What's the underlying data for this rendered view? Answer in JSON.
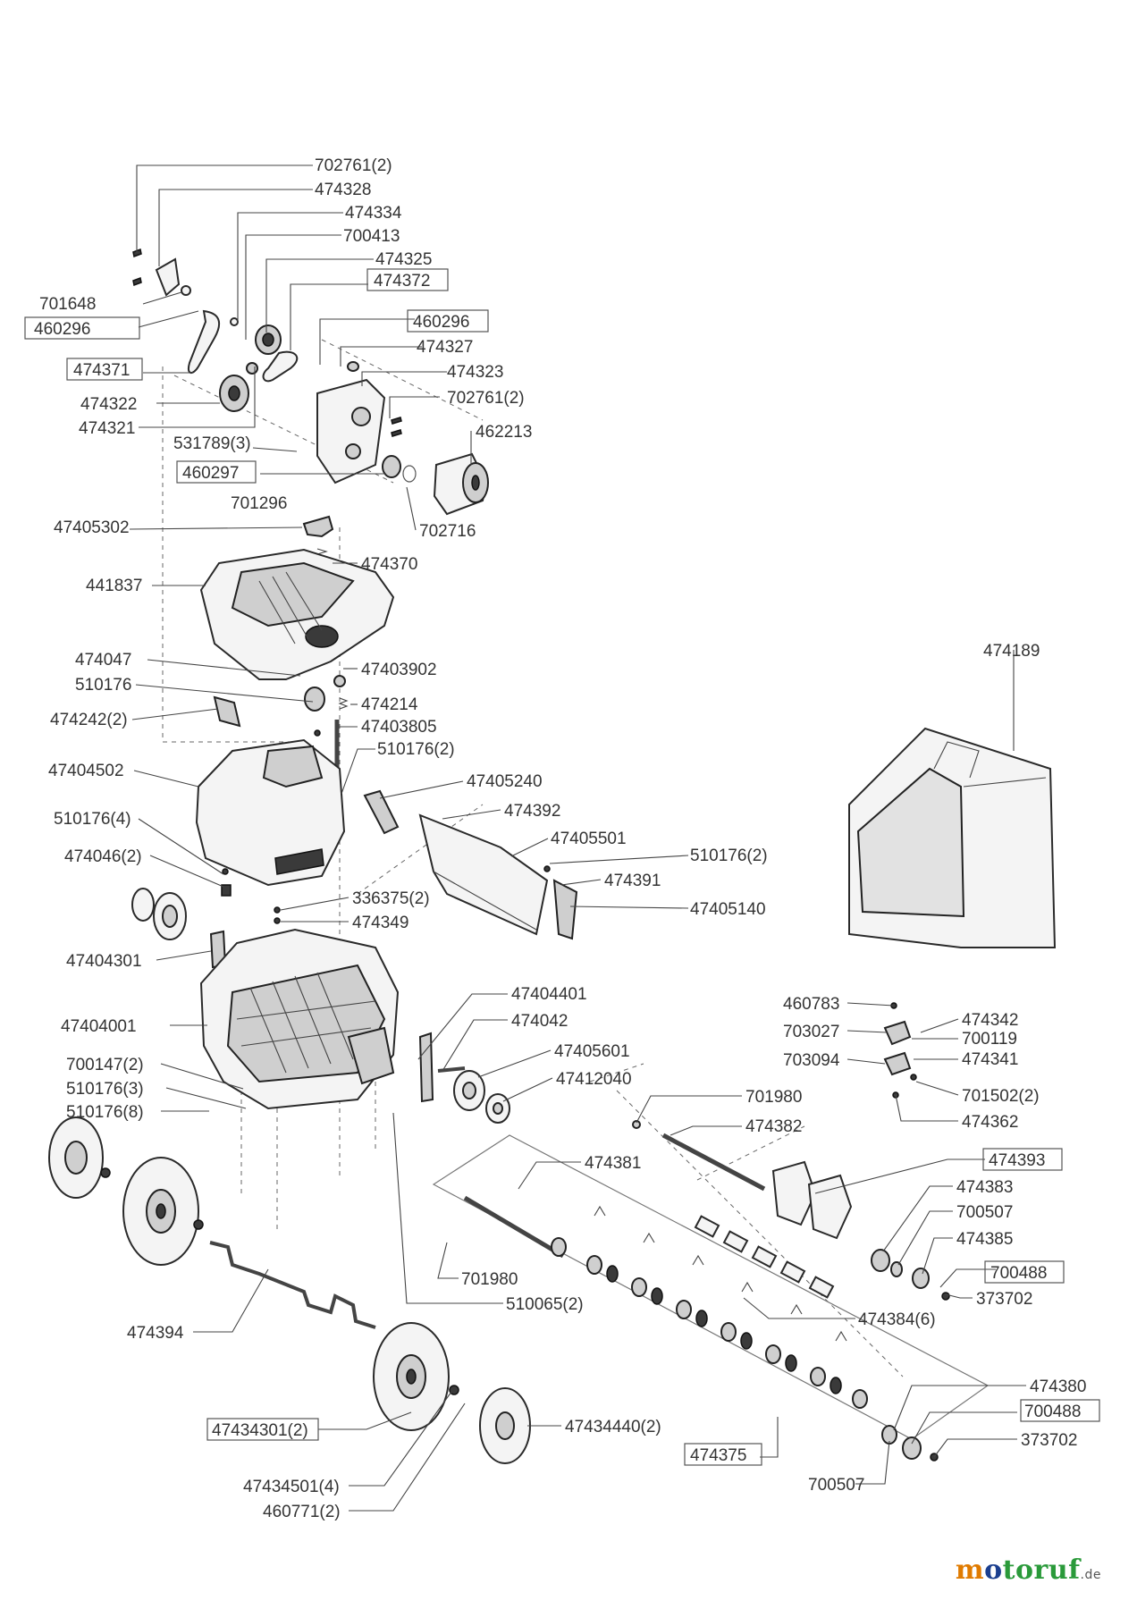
{
  "labels": [
    {
      "id": "l01",
      "text": "702761(2)"
    },
    {
      "id": "l02",
      "text": "474328"
    },
    {
      "id": "l03",
      "text": "474334"
    },
    {
      "id": "l04",
      "text": "700413"
    },
    {
      "id": "l05",
      "text": "474325"
    },
    {
      "id": "l06",
      "text": "474372"
    },
    {
      "id": "l07",
      "text": "701648"
    },
    {
      "id": "l08",
      "text": "460296"
    },
    {
      "id": "l09",
      "text": "460296"
    },
    {
      "id": "l10",
      "text": "474327"
    },
    {
      "id": "l11",
      "text": "474371"
    },
    {
      "id": "l12",
      "text": "474323"
    },
    {
      "id": "l13",
      "text": "474322"
    },
    {
      "id": "l14",
      "text": "702761(2)"
    },
    {
      "id": "l15",
      "text": "474321"
    },
    {
      "id": "l16",
      "text": "462213"
    },
    {
      "id": "l17",
      "text": "531789(3)"
    },
    {
      "id": "l18",
      "text": "460297"
    },
    {
      "id": "l19",
      "text": "701296"
    },
    {
      "id": "l20",
      "text": "47405302"
    },
    {
      "id": "l21",
      "text": "702716"
    },
    {
      "id": "l22",
      "text": "474370"
    },
    {
      "id": "l23",
      "text": "441837"
    },
    {
      "id": "l24",
      "text": "474189"
    },
    {
      "id": "l25",
      "text": "474047"
    },
    {
      "id": "l26",
      "text": "47403902"
    },
    {
      "id": "l27",
      "text": "510176"
    },
    {
      "id": "l28",
      "text": "474214"
    },
    {
      "id": "l29",
      "text": "474242(2)"
    },
    {
      "id": "l30",
      "text": "47403805"
    },
    {
      "id": "l31",
      "text": "510176(2)"
    },
    {
      "id": "l32",
      "text": "47404502"
    },
    {
      "id": "l33",
      "text": "47405240"
    },
    {
      "id": "l34",
      "text": "474392"
    },
    {
      "id": "l35",
      "text": "510176(4)"
    },
    {
      "id": "l36",
      "text": "47405501"
    },
    {
      "id": "l37",
      "text": "510176(2)"
    },
    {
      "id": "l38",
      "text": "474046(2)"
    },
    {
      "id": "l39",
      "text": "474391"
    },
    {
      "id": "l40",
      "text": "336375(2)"
    },
    {
      "id": "l41",
      "text": "47405140"
    },
    {
      "id": "l42",
      "text": "474349"
    },
    {
      "id": "l43",
      "text": "47404301"
    },
    {
      "id": "l44",
      "text": "47404401"
    },
    {
      "id": "l45",
      "text": "460783"
    },
    {
      "id": "l46",
      "text": "474042"
    },
    {
      "id": "l47",
      "text": "474342"
    },
    {
      "id": "l48",
      "text": "47404001"
    },
    {
      "id": "l49",
      "text": "703027"
    },
    {
      "id": "l50",
      "text": "700119"
    },
    {
      "id": "l51",
      "text": "47405601"
    },
    {
      "id": "l52",
      "text": "703094"
    },
    {
      "id": "l53",
      "text": "474341"
    },
    {
      "id": "l54",
      "text": "700147(2)"
    },
    {
      "id": "l55",
      "text": "47412040"
    },
    {
      "id": "l56",
      "text": "510176(3)"
    },
    {
      "id": "l57",
      "text": "701502(2)"
    },
    {
      "id": "l58",
      "text": "510176(8)"
    },
    {
      "id": "l59",
      "text": "701980"
    },
    {
      "id": "l60",
      "text": "474362"
    },
    {
      "id": "l61",
      "text": "474382"
    },
    {
      "id": "l62",
      "text": "474381"
    },
    {
      "id": "l63",
      "text": "474393"
    },
    {
      "id": "l64",
      "text": "474383"
    },
    {
      "id": "l65",
      "text": "700507"
    },
    {
      "id": "l66",
      "text": "474385"
    },
    {
      "id": "l67",
      "text": "700488"
    },
    {
      "id": "l68",
      "text": "701980"
    },
    {
      "id": "l69",
      "text": "373702"
    },
    {
      "id": "l70",
      "text": "510065(2)"
    },
    {
      "id": "l71",
      "text": "474384(6)"
    },
    {
      "id": "l72",
      "text": "474394"
    },
    {
      "id": "l73",
      "text": "474380"
    },
    {
      "id": "l74",
      "text": "700488"
    },
    {
      "id": "l75",
      "text": "47434301(2)"
    },
    {
      "id": "l76",
      "text": "47434440(2)"
    },
    {
      "id": "l77",
      "text": "373702"
    },
    {
      "id": "l78",
      "text": "474375"
    },
    {
      "id": "l79",
      "text": "47434501(4)"
    },
    {
      "id": "l80",
      "text": "700507"
    },
    {
      "id": "l81",
      "text": "460771(2)"
    }
  ],
  "watermark": {
    "main_m": "m",
    "main_o": "o",
    "main_rest": "toruf",
    "suffix": ".de"
  }
}
